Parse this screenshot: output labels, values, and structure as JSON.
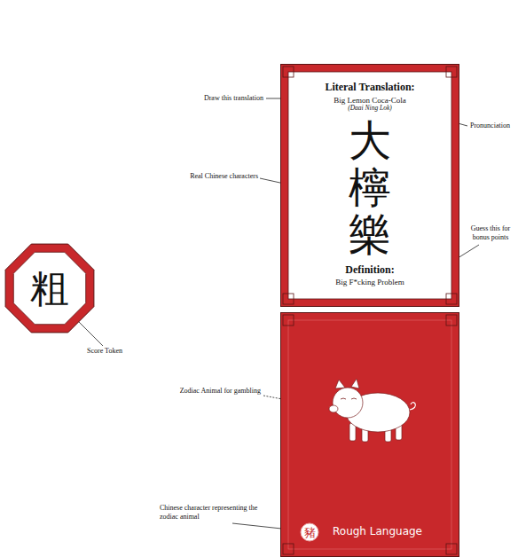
{
  "diagram": {
    "nodes": [
      {
        "text": [
          "Literal Translation:",
          "Big Lemon Coca-Cola",
          "(Daai Ning Lok)",
          "大檸樂",
          "Definition:",
          "Big F*cking Problem"
        ]
      },
      {
        "text": [
          "Rough Language"
        ]
      },
      {
        "text": [
          "豬"
        ],
        "in": 1
      },
      {
        "text": [
          "粗"
        ]
      }
    ],
    "edges": [],
    "labels": [
      "Draw this translation",
      "Pronunciation",
      "Real Chinese characters",
      "Guess this for bonus points",
      "Zodiac Animal for gambling",
      "Chinese character representing the zodiac animal",
      "Score Token"
    ]
  }
}
